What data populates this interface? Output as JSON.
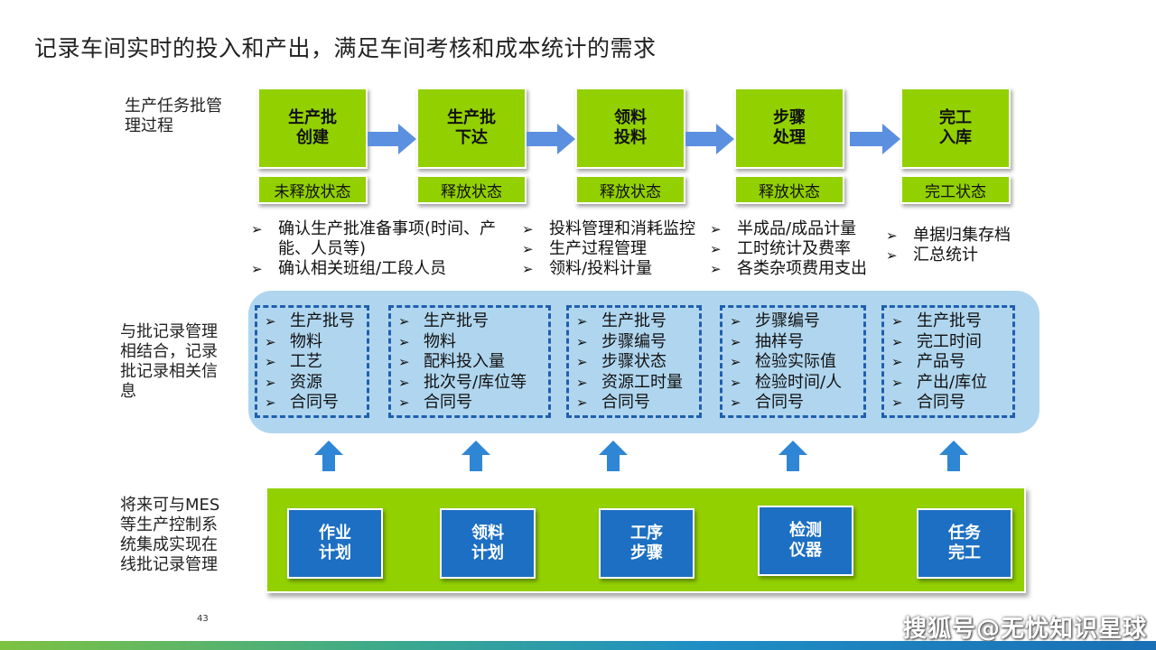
{
  "title": "记录车间实时的投入和产出，满足车间考核和成本统计的需求",
  "labels": {
    "row1": "生产任务批管\n理过程",
    "row2": "与批记录管理\n相结合，记录\n批记录相关信\n息",
    "row3": "将来可与MES\n等生产控制系\n统集成实现在\n线批记录管理"
  },
  "stages": [
    {
      "name": "生产批\n创建",
      "state": "未释放状态"
    },
    {
      "name": "生产批\n下达",
      "state": "释放状态"
    },
    {
      "name": "领料\n投料",
      "state": "释放状态"
    },
    {
      "name": "步骤\n处理",
      "state": "释放状态"
    },
    {
      "name": "完工\n入库",
      "state": "完工状态"
    }
  ],
  "bullets_groups": [
    [
      "确认生产批准备事项(时间、产",
      "能、人员等)",
      "确认相关班组/工段人员"
    ],
    [
      "投料管理和消耗监控",
      "生产过程管理",
      "领料/投料计量"
    ],
    [
      "半成品/成品计量",
      "工时统计及费率",
      "各类杂项费用支出"
    ],
    [
      "单据归集存档",
      "汇总统计"
    ]
  ],
  "record_boxes": [
    [
      "生产批号",
      "物料",
      "工艺",
      "资源",
      "合同号"
    ],
    [
      "生产批号",
      "物料",
      "配料投入量",
      "批次号/库位等",
      "合同号"
    ],
    [
      "生产批号",
      "步骤编号",
      "步骤状态",
      "资源工时量",
      "合同号"
    ],
    [
      "步骤编号",
      "抽样号",
      "检验实际值",
      "检验时间/人",
      "合同号"
    ],
    [
      "生产批号",
      "完工时间",
      "产品号",
      "产出/库位",
      "合同号"
    ]
  ],
  "systems": [
    "作业\n计划",
    "领料\n计划",
    "工序\n步骤",
    "检测\n仪器",
    "任务\n完工"
  ],
  "page_number": "43",
  "watermark": "搜狐号@无忧知识星球",
  "colors": {
    "green": "#92d000",
    "blue": "#1c6fc3",
    "panel": "#b0d6ef",
    "arrow": "#5b8fe0",
    "uparrow": "#2f86d4"
  }
}
